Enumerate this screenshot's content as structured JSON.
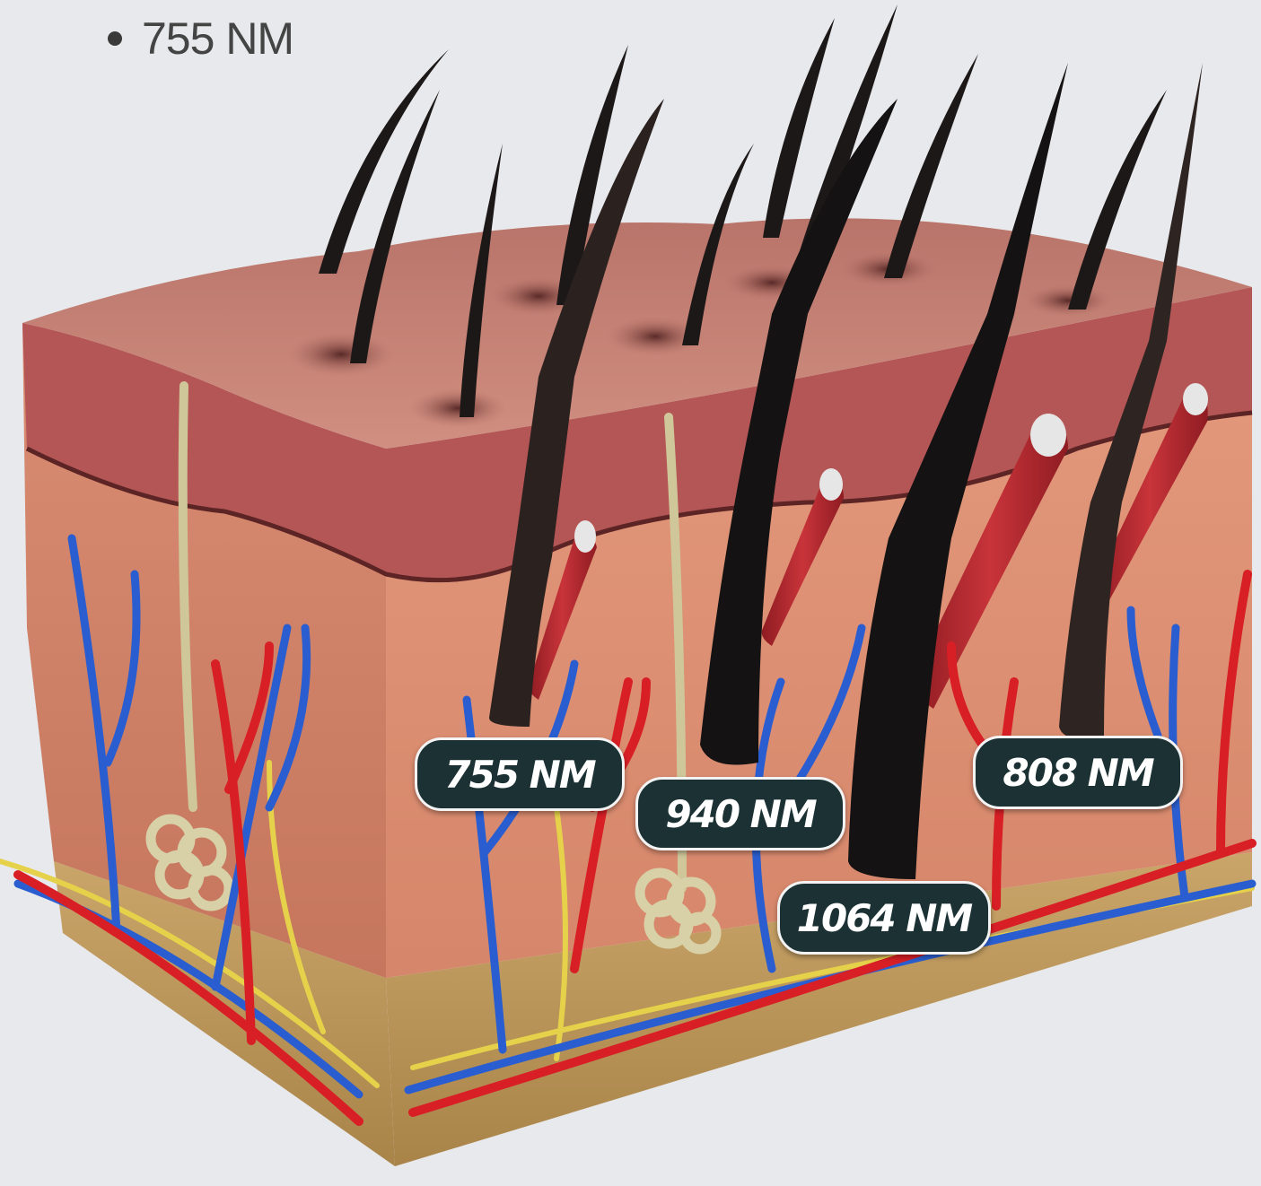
{
  "bullet": {
    "text": "755 NM"
  },
  "labels": {
    "l755": "755 NM",
    "l940": "940 NM",
    "l808": "808 NM",
    "l1064": "1064 NM"
  },
  "colors": {
    "background": "#e8e9ec",
    "skin_surface": "#c98272",
    "epidermis": "#b75a5a",
    "dermis": "#e3987a",
    "fat_layer": "#c9a86b",
    "artery": "#d81f26",
    "vein": "#2a5ed0",
    "nerve": "#e6d24a",
    "hair": "#1a1616",
    "label_bg": "#1b3133"
  }
}
